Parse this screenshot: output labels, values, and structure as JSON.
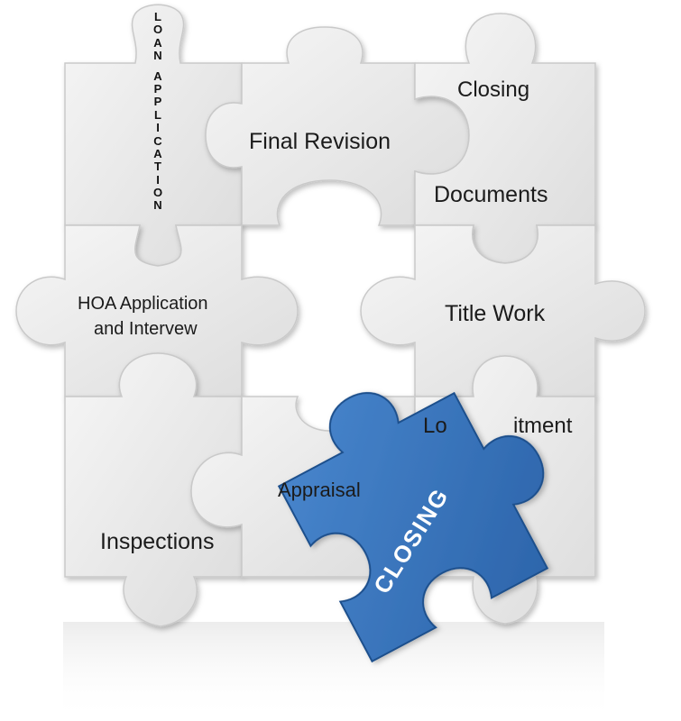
{
  "vertical_label": "LOAN APPLICATION",
  "pieces": {
    "final_revision": "Final Revision",
    "closing": "Closing",
    "documents": "Documents",
    "hoa_line1": "HOA Application",
    "hoa_line2": "and Intervew",
    "title_work": "Title Work",
    "loan_commitment_visible": "Lo           itment",
    "appraisal": "Appraisal",
    "inspections": "Inspections"
  },
  "highlight_piece": {
    "label": "CLOSING",
    "color": "#2f6fb8"
  },
  "colors": {
    "piece_fill": "#e9e9e9",
    "piece_stroke": "#c8c8c8",
    "text": "#1b1b1b"
  }
}
